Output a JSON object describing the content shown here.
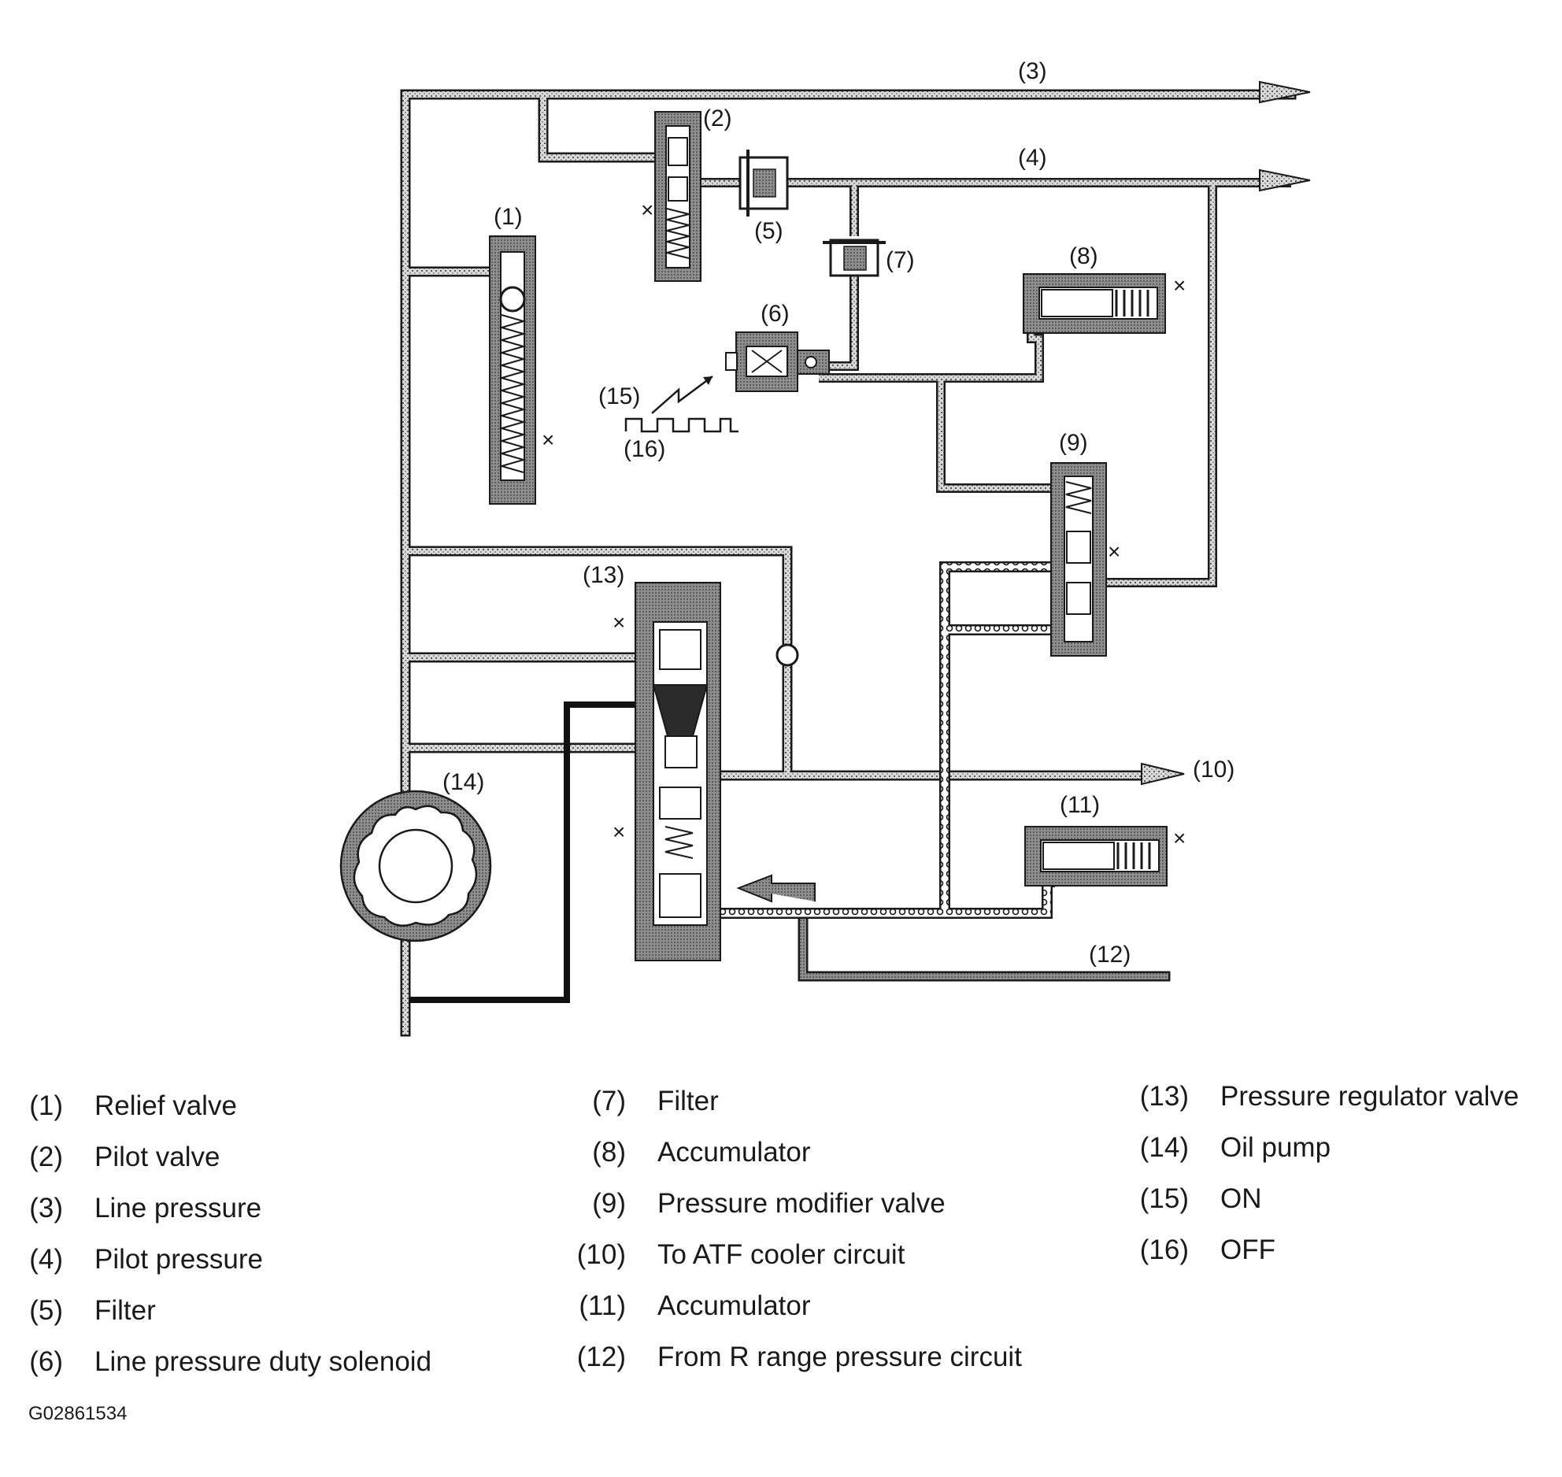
{
  "diagram": {
    "callouts": {
      "c1": "(1)",
      "c2": "(2)",
      "c3": "(3)",
      "c4": "(4)",
      "c5": "(5)",
      "c6": "(6)",
      "c7": "(7)",
      "c8": "(8)",
      "c9": "(9)",
      "c10": "(10)",
      "c11": "(11)",
      "c12": "(12)",
      "c13": "(13)",
      "c14": "(14)",
      "c15": "(15)",
      "c16": "(16)"
    },
    "exhaust_mark": "×"
  },
  "legend": {
    "columns": [
      [
        {
          "num": "(1)",
          "label": "Relief valve"
        },
        {
          "num": "(2)",
          "label": "Pilot valve"
        },
        {
          "num": "(3)",
          "label": "Line pressure"
        },
        {
          "num": "(4)",
          "label": "Pilot pressure"
        },
        {
          "num": "(5)",
          "label": "Filter"
        },
        {
          "num": "(6)",
          "label": "Line pressure duty solenoid"
        }
      ],
      [
        {
          "num": "(7)",
          "label": "Filter"
        },
        {
          "num": "(8)",
          "label": "Accumulator"
        },
        {
          "num": "(9)",
          "label": "Pressure modifier valve"
        },
        {
          "num": "(10)",
          "label": "To ATF cooler circuit"
        },
        {
          "num": "(11)",
          "label": "Accumulator"
        },
        {
          "num": "(12)",
          "label": "From R range pressure circuit"
        }
      ],
      [
        {
          "num": "(13)",
          "label": "Pressure regulator valve"
        },
        {
          "num": "(14)",
          "label": "Oil pump"
        },
        {
          "num": "(15)",
          "label": "ON"
        },
        {
          "num": "(16)",
          "label": "OFF"
        }
      ]
    ]
  },
  "figure_id": "G02861534",
  "colors": {
    "line_pressure_fill": "#c4c4c4",
    "pilot_pressure_fill": "#e6e6e6",
    "body_fill": "#9a9a9a",
    "outline": "#1a1a1a",
    "dark_line": "#111111"
  }
}
